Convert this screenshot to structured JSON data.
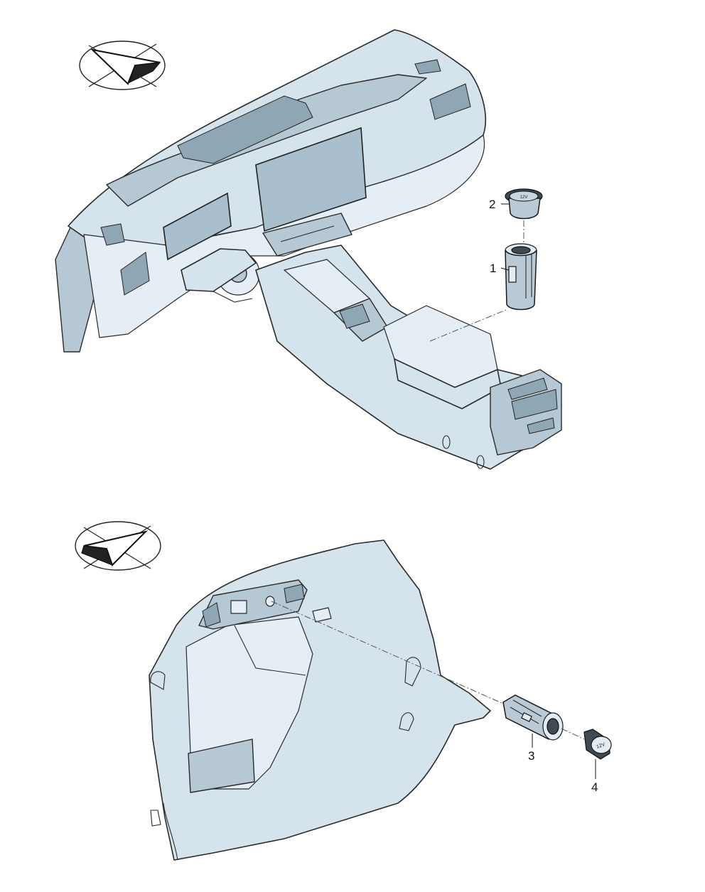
{
  "callouts": [
    {
      "label": "1"
    },
    {
      "label": "2"
    },
    {
      "label": "3"
    },
    {
      "label": "4"
    }
  ],
  "icons": [
    "view-direction-icon-top",
    "view-direction-icon-bottom"
  ],
  "socket_cap_text": "12V",
  "colors": {
    "panel": "#d5e3ec",
    "outline": "#2a2a2a"
  }
}
